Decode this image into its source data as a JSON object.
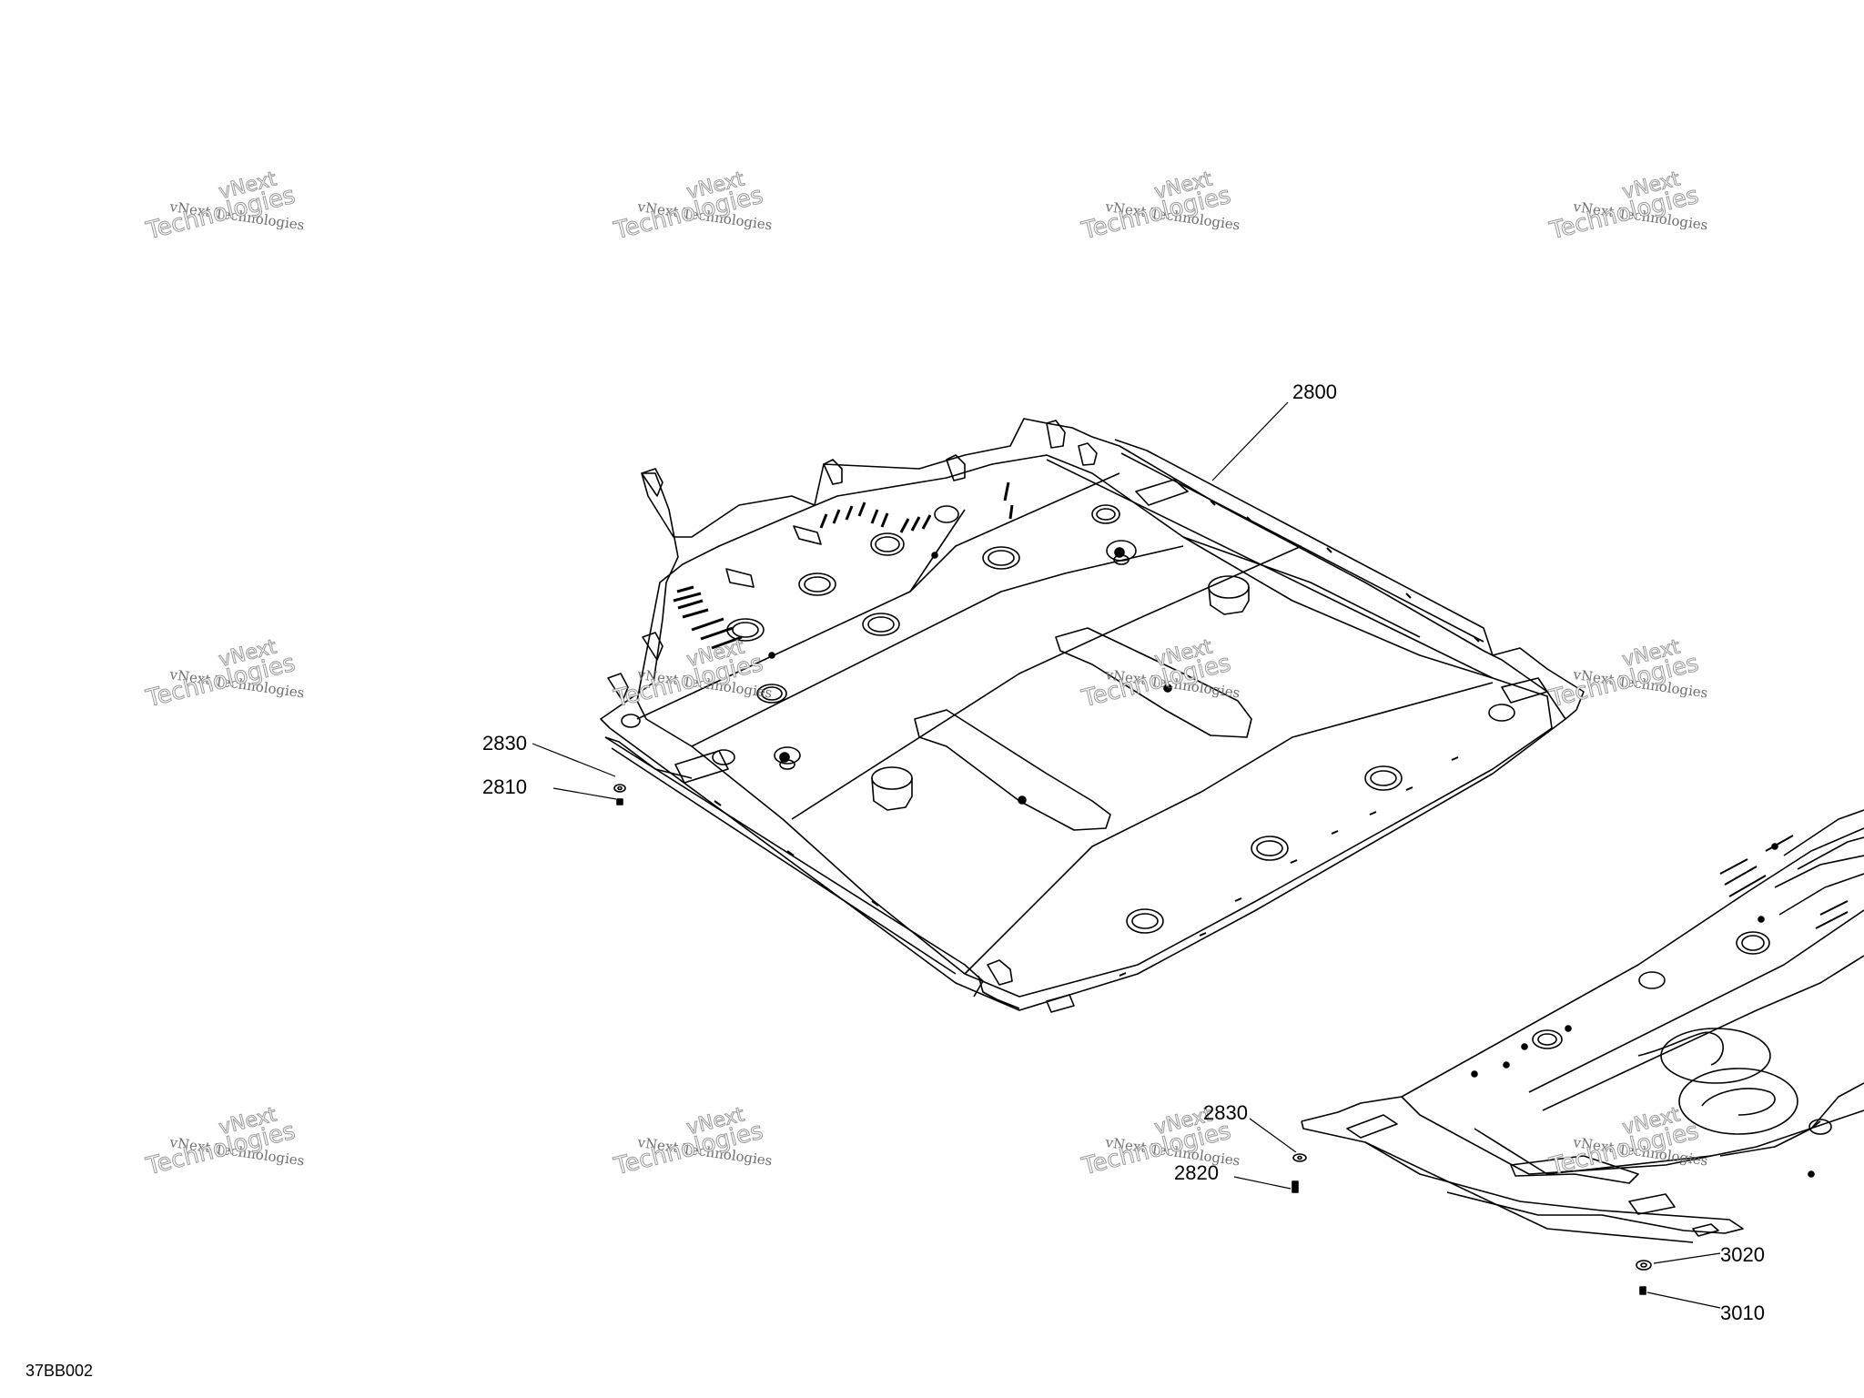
{
  "figure_code": "37BB002",
  "callouts": {
    "c2800": "2800",
    "c2830_left": "2830",
    "c2810": "2810",
    "c2830_right": "2830",
    "c2820": "2820",
    "c3020": "3020",
    "c3010": "3010"
  },
  "watermark": {
    "line_small": "vNext Technologies",
    "line_big": "Technologies",
    "line_top": "vNext"
  },
  "colors": {
    "line": "#000000",
    "watermark": "#9a9a9a"
  }
}
